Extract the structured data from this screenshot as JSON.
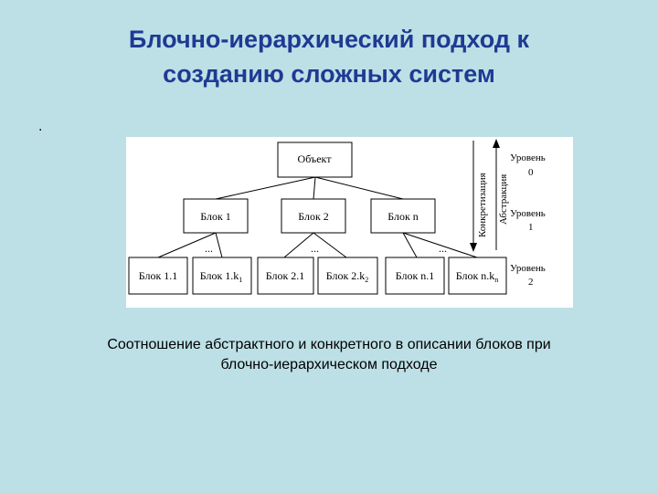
{
  "title": {
    "line1": "Блочно-иерархический подход к",
    "line2": "созданию сложных систем"
  },
  "bullet": ".",
  "diagram": {
    "root": "Объект",
    "level1": [
      {
        "label": "Блок 1"
      },
      {
        "label": "Блок 2"
      },
      {
        "label": "Блок n"
      }
    ],
    "level2": [
      {
        "label": "Блок 1.1",
        "sub": ""
      },
      {
        "label": "Блок 1.k",
        "sub": "1"
      },
      {
        "label": "Блок 2.1",
        "sub": ""
      },
      {
        "label": "Блок 2.k",
        "sub": "2"
      },
      {
        "label": "Блок n.1",
        "sub": ""
      },
      {
        "label": "Блок n.k",
        "sub": "n"
      }
    ],
    "ellipsis": "...",
    "levels": [
      {
        "word": "Уровень",
        "num": "0"
      },
      {
        "word": "Уровень",
        "num": "1"
      },
      {
        "word": "Уровень",
        "num": "2"
      }
    ],
    "axis_down": "Конкретизация",
    "axis_up": "Абстракция"
  },
  "caption": {
    "line1": "Соотношение абстрактного и конкретного в описании блоков при",
    "line2": "блочно-иерархическом подходе"
  }
}
